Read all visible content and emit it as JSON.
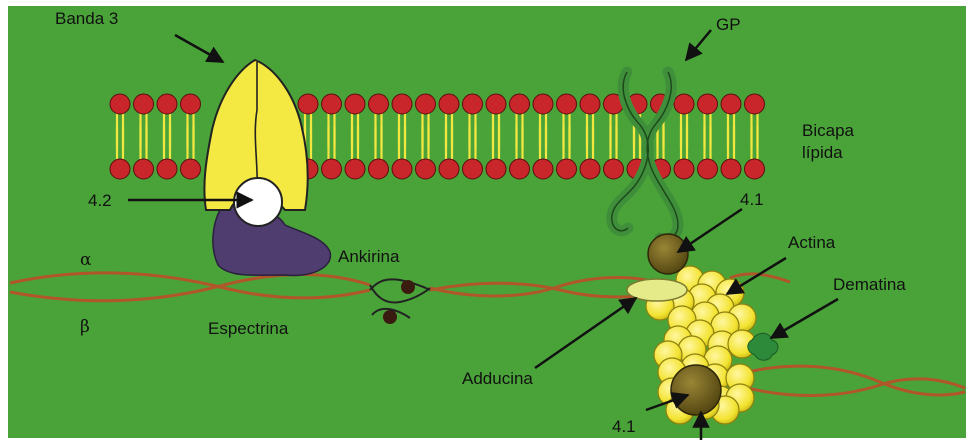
{
  "labels": {
    "band3": "Banda 3",
    "gp": "GP",
    "bilayer_line1": "Bicapa",
    "bilayer_line2": "lípida",
    "protein_42": "4.2",
    "ankyrin": "Ankirina",
    "alpha": "α",
    "beta": "β",
    "spectrin": "Espectrina",
    "protein_41_top": "4.1",
    "actin": "Actina",
    "dematin": "Dematina",
    "adducin": "Adducina",
    "protein_41_bottom": "4.1"
  },
  "colors": {
    "background": "#4aa339",
    "lipid_head": "#c8262b",
    "lipid_tail": "#f2e640",
    "band3": "#f4e842",
    "gp": "#3f8f3a",
    "protein_42": "#ffffff",
    "ankyrin": "#4e3d6e",
    "spectrin": "#b0562a",
    "actin": "#f3e331",
    "protein_41": "#6b5a1c",
    "adducin": "#e6eb8a",
    "dematin": "#2c8a3a"
  }
}
